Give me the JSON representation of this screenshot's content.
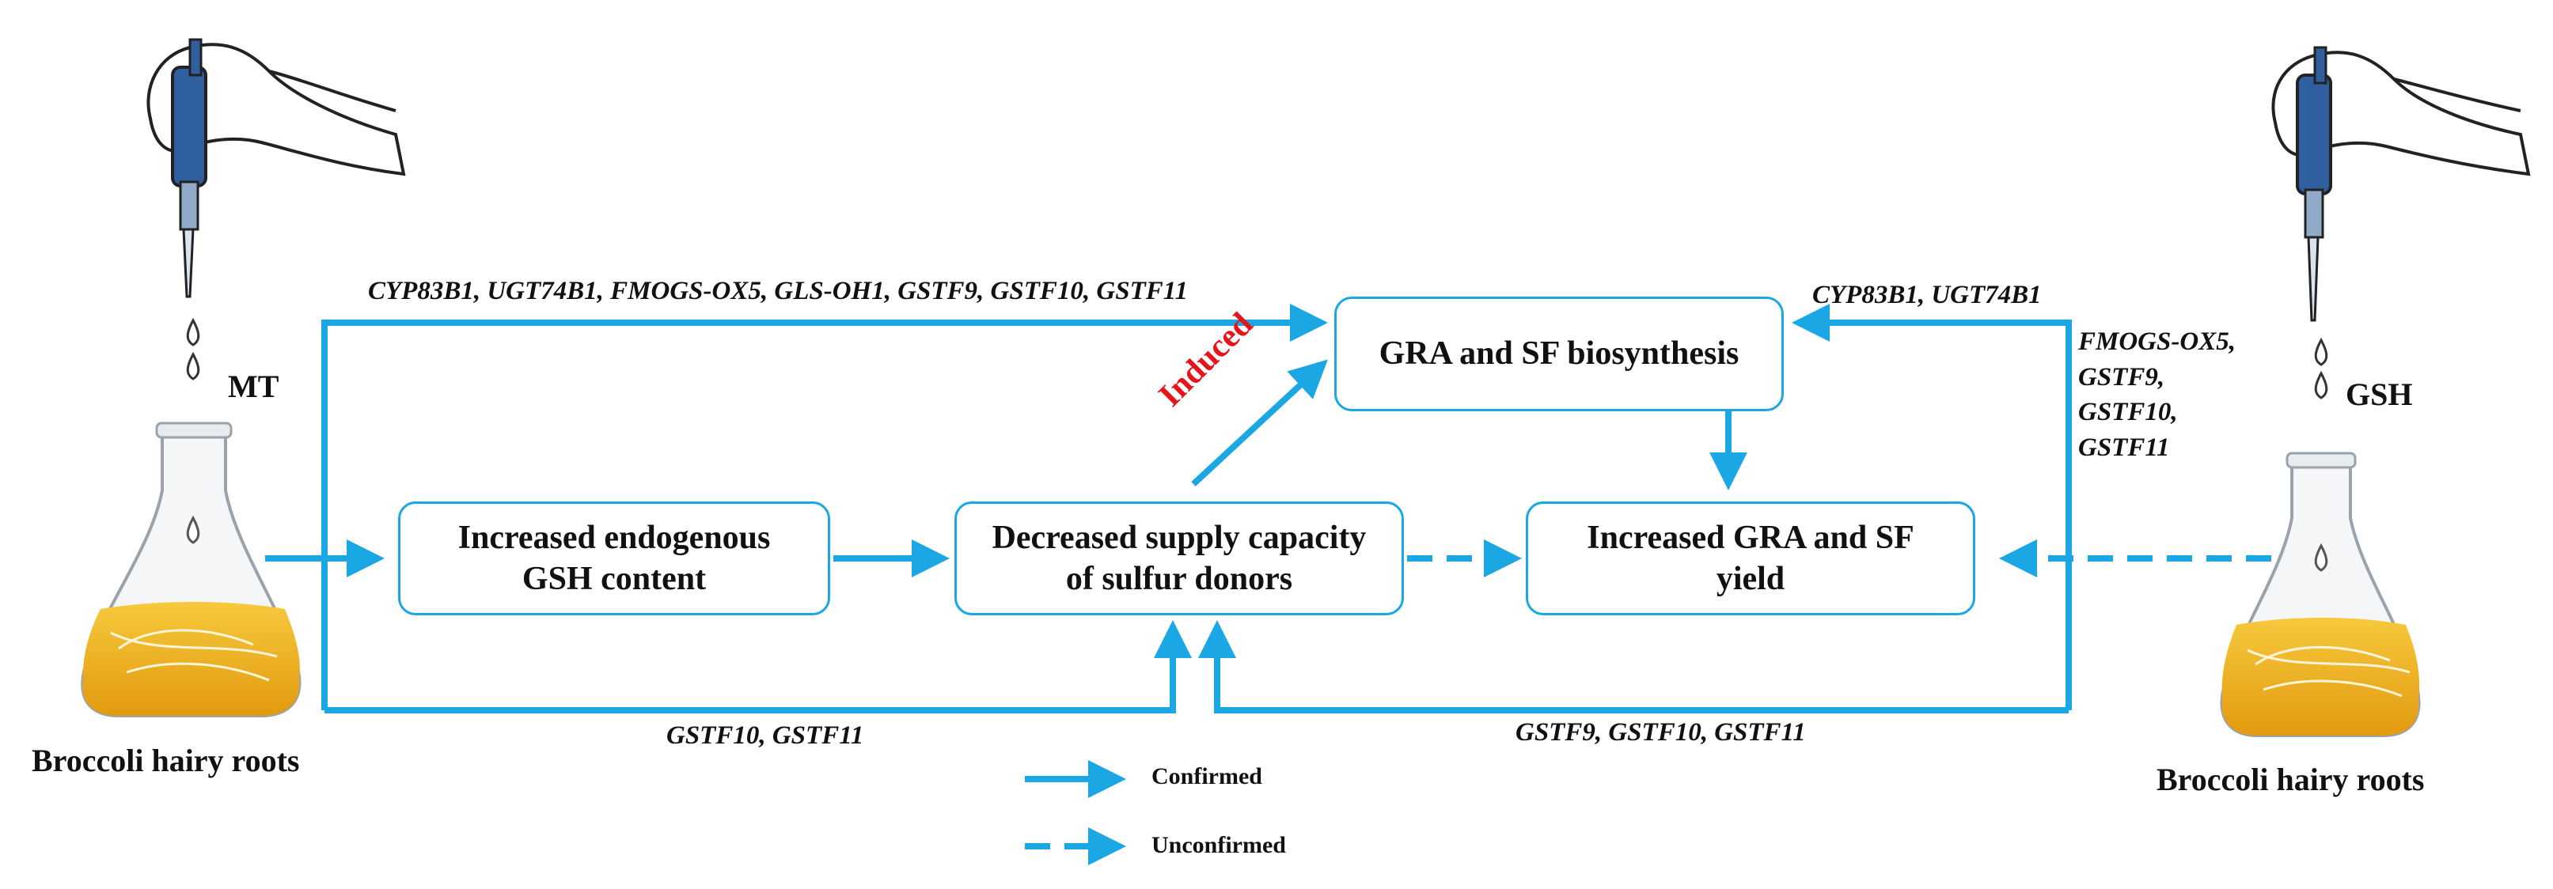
{
  "colors": {
    "arrow": "#1aa7e3",
    "induced": "#e8141b",
    "liquid": "#f2b21a"
  },
  "icons": {
    "left_pipette": "pipette-hand-icon",
    "right_pipette": "pipette-hand-icon",
    "left_flask": "flask-icon",
    "right_flask": "flask-icon",
    "drop": "droplet-icon"
  },
  "treatments": {
    "left": "MT",
    "right": "GSH"
  },
  "samples": {
    "left": "Broccoli hairy roots",
    "right": "Broccoli hairy roots"
  },
  "boxes": {
    "biosynthesis": "GRA and SF biosynthesis",
    "gsh_line1": "Increased endogenous",
    "gsh_line2": "GSH content",
    "sulfur_line1": "Decreased supply capacity",
    "sulfur_line2": "of sulfur donors",
    "yield_line1": "Increased GRA and SF",
    "yield_line2": "yield"
  },
  "genes": {
    "top_left": "CYP83B1, UGT74B1, FMOGS-OX5, GLS-OH1, GSTF9, GSTF10, GSTF11",
    "top_right": "CYP83B1, UGT74B1",
    "right_side": [
      "FMOGS-OX5,",
      "GSTF9,",
      "GSTF10,",
      "GSTF11"
    ],
    "bottom_left": "GSTF10, GSTF11",
    "bottom_right": "GSTF9, GSTF10, GSTF11"
  },
  "induced_label": "Induced",
  "legend": {
    "confirmed": "Confirmed",
    "unconfirmed": "Unconfirmed"
  }
}
